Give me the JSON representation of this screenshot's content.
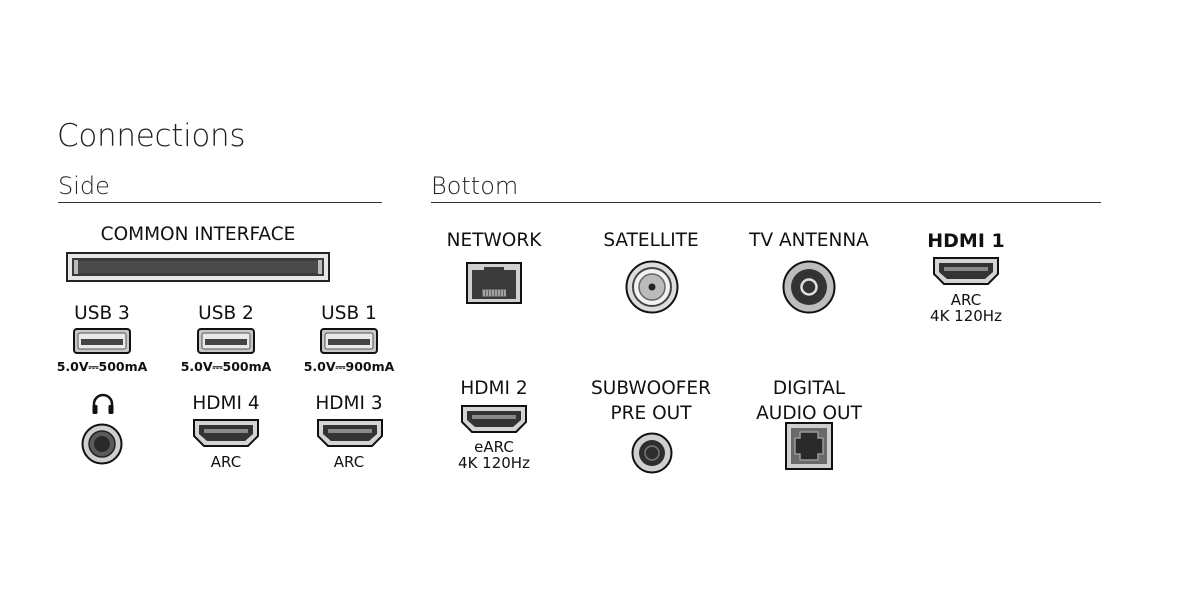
{
  "title": "Connections",
  "side": {
    "heading": "Side",
    "common_interface": "COMMON INTERFACE",
    "usb": [
      {
        "label": "USB 3",
        "spec": "5.0V⎓500mA"
      },
      {
        "label": "USB 2",
        "spec": "5.0V⎓500mA"
      },
      {
        "label": "USB 1",
        "spec": "5.0V⎓900mA"
      }
    ],
    "hdmi4": {
      "label": "HDMI 4",
      "sub": "ARC"
    },
    "hdmi3": {
      "label": "HDMI 3",
      "sub": "ARC"
    }
  },
  "bottom": {
    "heading": "Bottom",
    "network": "NETWORK",
    "satellite": "SATELLITE",
    "tv_antenna": "TV ANTENNA",
    "hdmi1": {
      "label": "HDMI 1",
      "sub1": "ARC",
      "sub2": "4K 120Hz"
    },
    "hdmi2": {
      "label": "HDMI 2",
      "sub1": "eARC",
      "sub2": "4K 120Hz"
    },
    "subwoofer": {
      "line1": "SUBWOOFER",
      "line2": "PRE OUT"
    },
    "digital_audio": {
      "line1": "DIGITAL",
      "line2": "AUDIO OUT"
    }
  },
  "icons": {
    "headphone": "headphone-icon",
    "usb_port": "usb-port-icon",
    "hdmi_port": "hdmi-port-icon",
    "ethernet_port": "ethernet-port-icon",
    "coax_port": "coax-port-icon",
    "optical_port": "optical-port-icon"
  }
}
